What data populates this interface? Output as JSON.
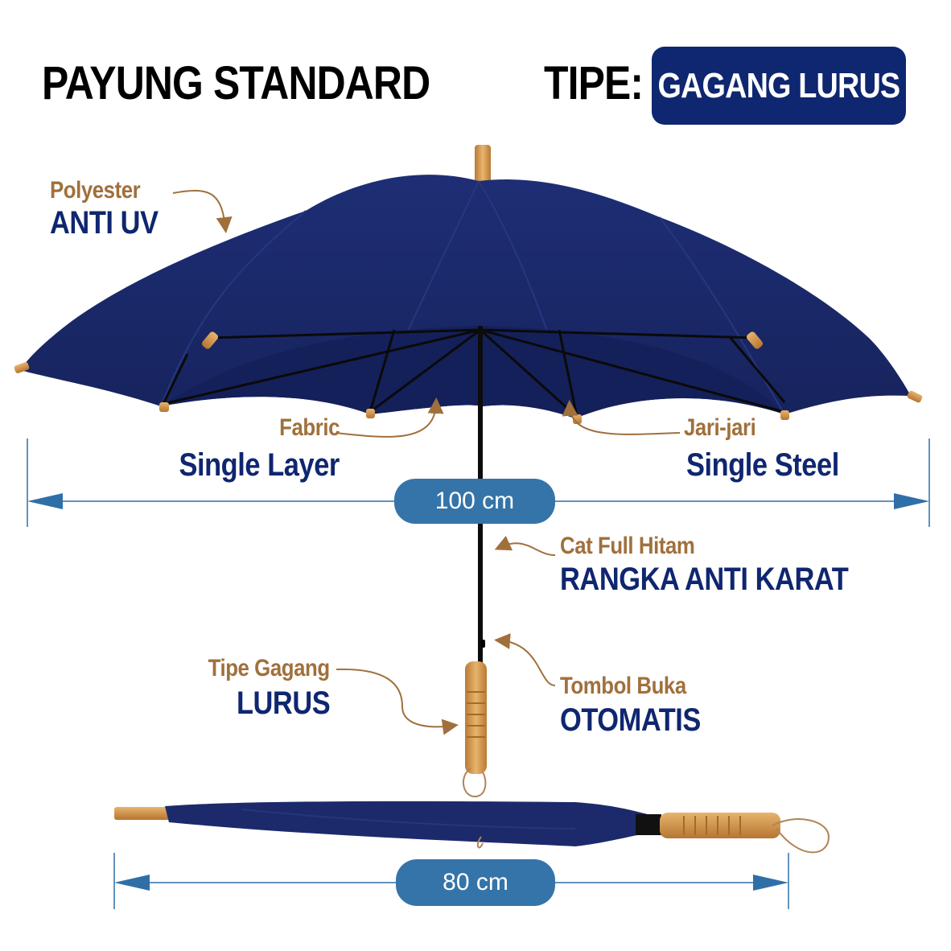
{
  "header": {
    "title": "PAYUNG STANDARD",
    "type_label": "TIPE:",
    "type_value": "GAGANG LURUS"
  },
  "callouts": {
    "material": {
      "small": "Polyester",
      "big": "ANTI UV"
    },
    "fabric": {
      "small": "Fabric",
      "big": "Single Layer"
    },
    "ribs": {
      "small": "Jari-jari",
      "big": "Single Steel"
    },
    "frame": {
      "small": "Cat Full Hitam",
      "big": "RANGKA ANTI KARAT"
    },
    "handle": {
      "small": "Tipe Gagang",
      "big": "LURUS"
    },
    "button": {
      "small": "Tombol Buka",
      "big": "OTOMATIS"
    }
  },
  "measurements": {
    "open_width": "100 cm",
    "closed_length": "80 cm"
  },
  "colors": {
    "navy": "#0f2670",
    "canopy": "#1b2a6b",
    "brown": "#a0703c",
    "wood": "#d9a25c",
    "dimension_blue": "#2f6fa8",
    "pill": "#3574a9"
  },
  "icons": {
    "open_umbrella": "umbrella-open-illustration",
    "closed_umbrella": "umbrella-closed-illustration",
    "arrows": "curved-pointer-arrows"
  }
}
